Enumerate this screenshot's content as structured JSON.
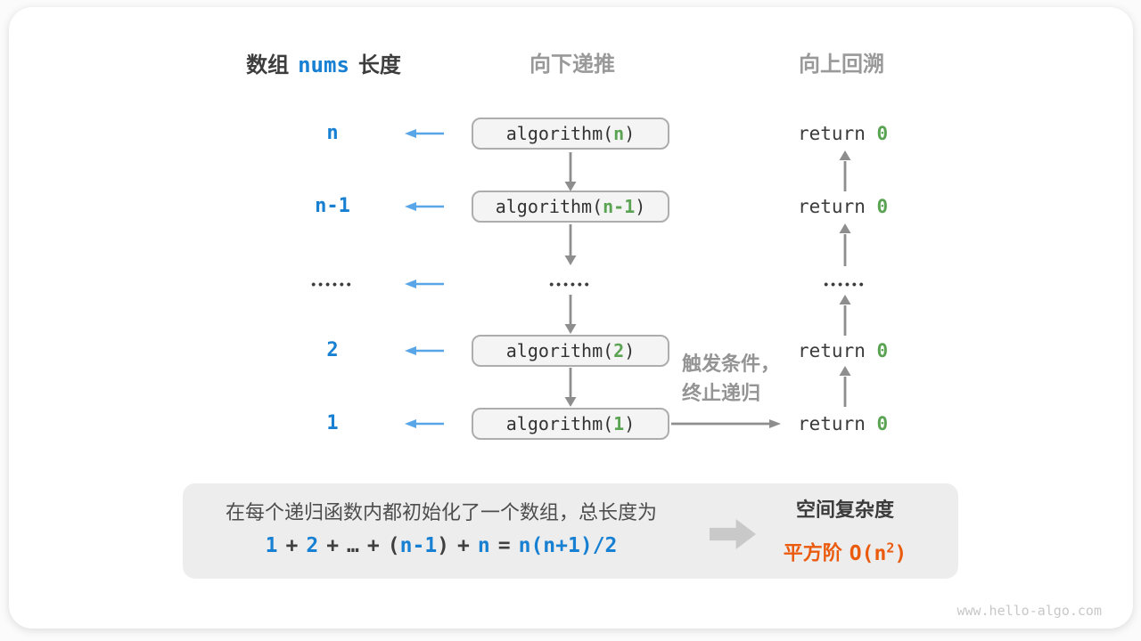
{
  "headers": {
    "left_prefix": "数组",
    "left_code": "nums",
    "left_suffix": "长度",
    "middle": "向下递推",
    "right": "向上回溯"
  },
  "left_labels": {
    "row1": "n",
    "row2": "n-1",
    "row4": "2",
    "row5": "1"
  },
  "dots": "••••••",
  "calls": {
    "prefix": "algorithm(",
    "suffix": ")",
    "args": {
      "row1": "n",
      "row2": "n-1",
      "row4": "2",
      "row5": "1"
    }
  },
  "returns": {
    "keyword": "return ",
    "value": "0"
  },
  "annotation": {
    "line1": "触发条件，",
    "line2": "终止递归"
  },
  "summary": {
    "line1": "在每个递归函数内都初始化了一个数组，总长度为",
    "formula": {
      "n1": "1",
      "plus1": "+",
      "n2": "2",
      "plus2": "+",
      "ellipsis": "…",
      "plus3": "+",
      "open_paren": "(",
      "n3": "n-1",
      "close_paren": ")",
      "plus4": "+",
      "n4": "n",
      "equals": "=",
      "result": "n(n+1)/2"
    },
    "result_title": "空间复杂度",
    "result_order": "平方阶",
    "big_o_prefix": "O(n",
    "big_o_sup": "2",
    "big_o_suffix": ")"
  },
  "watermark": "www.hello-algo.com",
  "colors": {
    "blue": "#1780d2",
    "light_blue": "#58a6e8",
    "green": "#5aa352",
    "orange": "#ea5b0e",
    "gray_arrow": "#8e8e8e"
  }
}
